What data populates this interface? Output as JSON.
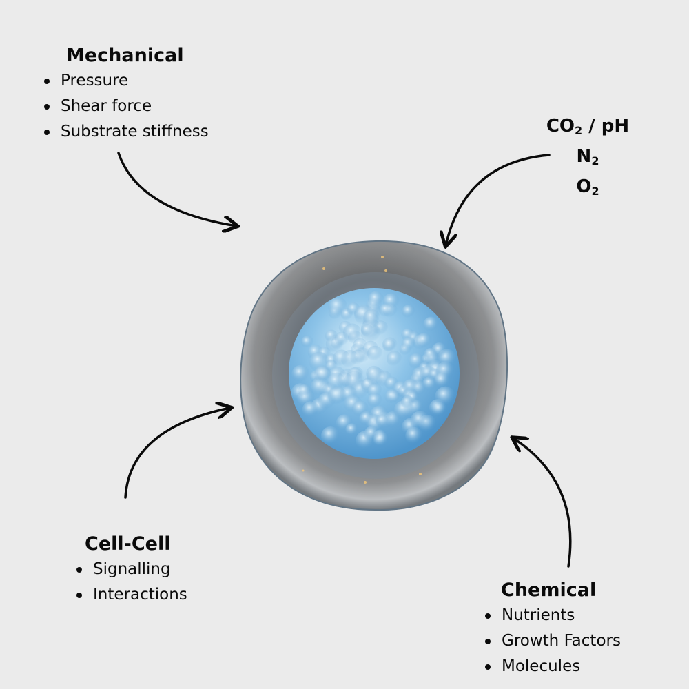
{
  "mechanical": {
    "title": "Mechanical",
    "items": [
      "Pressure",
      "Shear force",
      "Substrate stiffness"
    ]
  },
  "gases": {
    "lines": [
      {
        "base": "CO",
        "sub": "2",
        "suffix": " / pH"
      },
      {
        "base": "N",
        "sub": "2",
        "suffix": ""
      },
      {
        "base": "O",
        "sub": "2",
        "suffix": ""
      }
    ]
  },
  "cell_cell": {
    "title": "Cell-Cell",
    "items": [
      "Signalling",
      "Interactions"
    ]
  },
  "chemical": {
    "title": "Chemical",
    "items": [
      "Nutrients",
      "Growth Factors",
      "Molecules"
    ]
  },
  "colors": {
    "background": "#ebebeb",
    "nucleus": "#6fb0dd",
    "membrane": "#7a7d80",
    "arrow": "#0a0a0a"
  }
}
